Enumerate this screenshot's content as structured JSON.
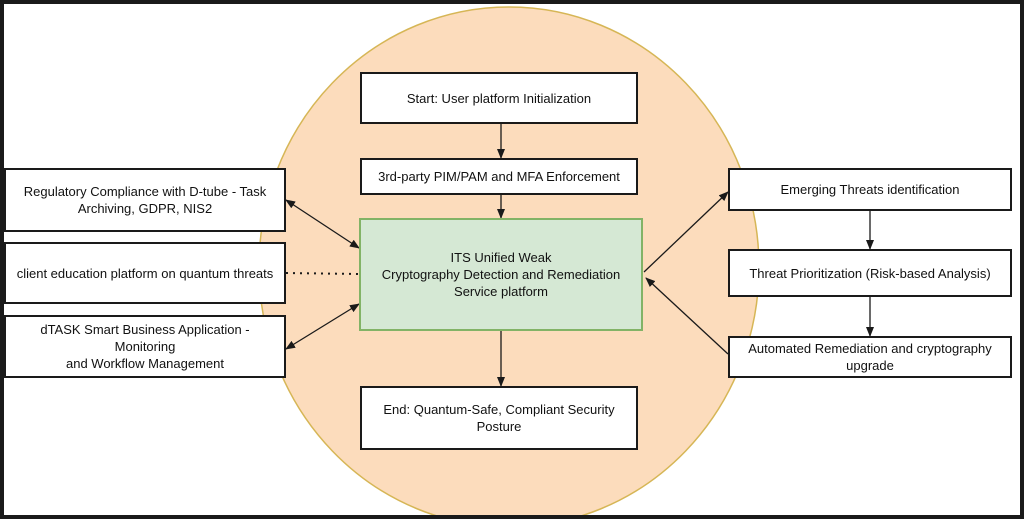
{
  "colors": {
    "circle_fill": "#fcdcbc",
    "circle_stroke": "#d6b656",
    "center_fill": "#d5e8d4",
    "center_stroke": "#82b366",
    "edge": "#1a1a1a",
    "frame": "#1a1a1a"
  },
  "nodes": {
    "start": "Start: User platform Initialization",
    "pim_pam": "3rd-party PIM/PAM and MFA Enforcement",
    "center_line1": "ITS Unified Weak",
    "center_line2": "Cryptography Detection and Remediation",
    "center_line3": "Service platform",
    "end_line1": "End: Quantum-Safe, Compliant Security",
    "end_line2": "Posture",
    "regulatory_line1": "Regulatory Compliance with D-tube - Task",
    "regulatory_line2": "Archiving, GDPR, NIS2",
    "education": "client education platform on quantum threats",
    "dtask_line1": "dTASK Smart Business Application - Monitoring",
    "dtask_line2": "and Workflow Management",
    "threats": "Emerging Threats identification",
    "prioritization": "Threat Prioritization (Risk-based Analysis)",
    "remediation_line1": "Automated Remediation and cryptography",
    "remediation_line2": "upgrade"
  },
  "edges": [
    {
      "from": "start",
      "to": "pim_pam",
      "style": "arrow"
    },
    {
      "from": "pim_pam",
      "to": "center",
      "style": "arrow"
    },
    {
      "from": "center",
      "to": "end",
      "style": "arrow"
    },
    {
      "from": "regulatory",
      "to": "center",
      "style": "double-arrow"
    },
    {
      "from": "education",
      "to": "center",
      "style": "dotted"
    },
    {
      "from": "dtask",
      "to": "center",
      "style": "double-arrow"
    },
    {
      "from": "center",
      "to": "threats",
      "style": "arrow"
    },
    {
      "from": "threats",
      "to": "prioritization",
      "style": "arrow"
    },
    {
      "from": "prioritization",
      "to": "remediation",
      "style": "arrow"
    },
    {
      "from": "remediation",
      "to": "center",
      "style": "arrow"
    }
  ]
}
